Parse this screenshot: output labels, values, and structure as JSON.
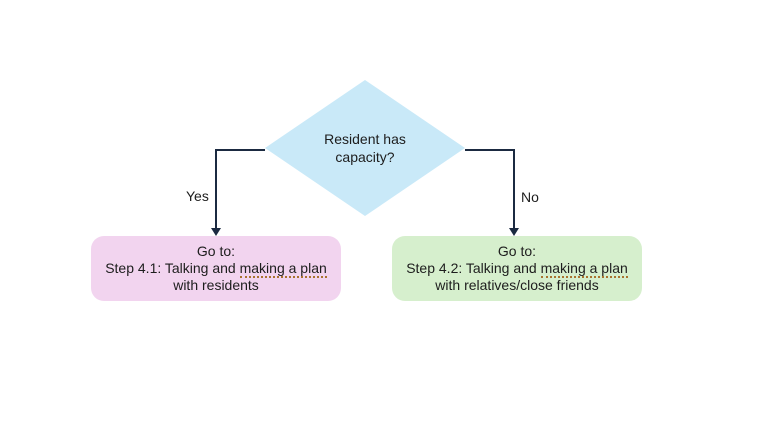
{
  "flowchart": {
    "decision": {
      "label_line1": "Resident has",
      "label_line2": "capacity?",
      "fill": "#c9e9f8"
    },
    "branches": {
      "yes_label": "Yes",
      "no_label": "No"
    },
    "connector_color": "#1b2a41",
    "text_color": "#1d1d1d",
    "underline_color": "#a9732f",
    "outcomes": [
      {
        "id": "step-4-1",
        "line1": "Go to:",
        "line2_prefix": "Step 4.1: Talking and ",
        "line2_underlined": "making a plan",
        "line3": "with residents",
        "fill": "#f2d4ef"
      },
      {
        "id": "step-4-2",
        "line1": "Go to:",
        "line2_prefix": "Step 4.2: Talking and ",
        "line2_underlined": "making a plan",
        "line3": "with relatives/close friends",
        "fill": "#d6efcd"
      }
    ]
  }
}
